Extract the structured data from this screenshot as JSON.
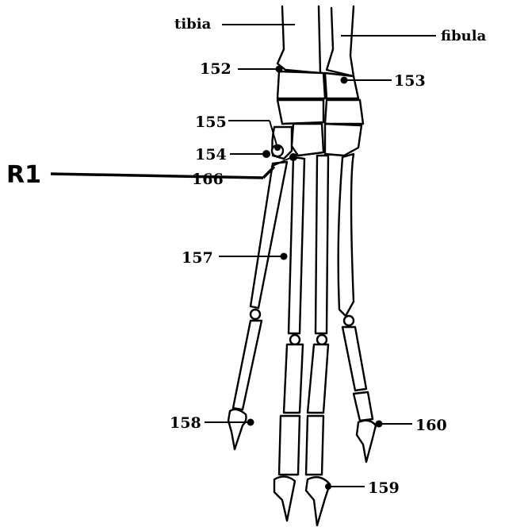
{
  "labels": {
    "tibia": "tibia",
    "fibula": "fibula",
    "l152": "152",
    "l153": "153",
    "l155": "155",
    "l154": "154",
    "l166": "166",
    "r1": "R1",
    "l157": "157",
    "l158": "158",
    "l160": "160",
    "l159": "159"
  },
  "colors": {
    "ink": "#000000",
    "background": "#ffffff"
  }
}
